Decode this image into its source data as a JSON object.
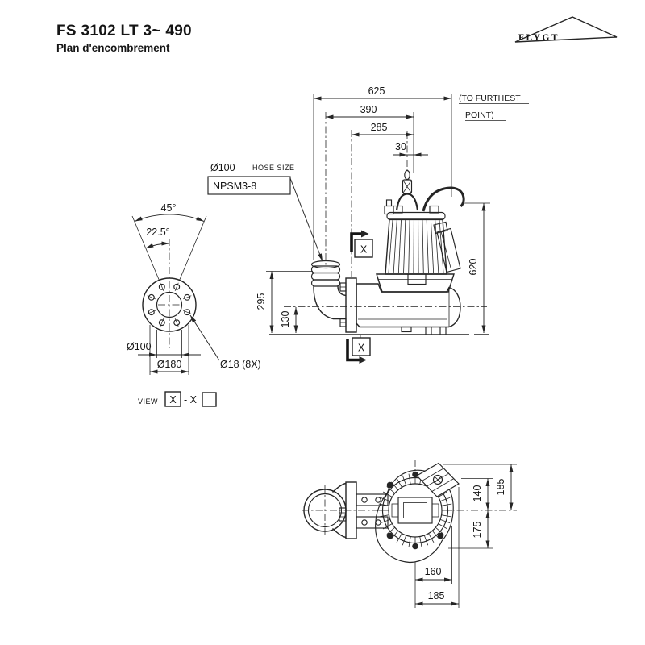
{
  "header": {
    "title": "FS 3102 LT 3~ 490",
    "subtitle": "Plan d'encombrement"
  },
  "logo": {
    "text": "FLYGT"
  },
  "side_view": {
    "dim_625": "625",
    "to_furthest_line1": "(TO FURTHEST",
    "to_furthest_line2": "POINT)",
    "dim_390": "390",
    "dim_285": "285",
    "dim_30": "30",
    "dim_620": "620",
    "dim_295": "295",
    "dim_130": "130",
    "hose_dia": "Ø100",
    "hose_size_label": "HOSE SIZE",
    "thread_label": "NPSM3-8",
    "view_marker_top": "X",
    "view_marker_bottom": "X"
  },
  "flange_view": {
    "angle_45": "45°",
    "angle_225": "22.5°",
    "dia_100": "Ø100",
    "dia_180": "Ø180",
    "dia_18": "Ø18 (8X)",
    "view_label": "VIEW",
    "view_x_boxed": "X",
    "view_x_suffix": "- X"
  },
  "bottom_view": {
    "dim_140": "140",
    "dim_185_right": "185",
    "dim_175": "175",
    "dim_160": "160",
    "dim_185_bottom": "185"
  },
  "colors": {
    "ink": "#252525",
    "background": "#ffffff"
  }
}
